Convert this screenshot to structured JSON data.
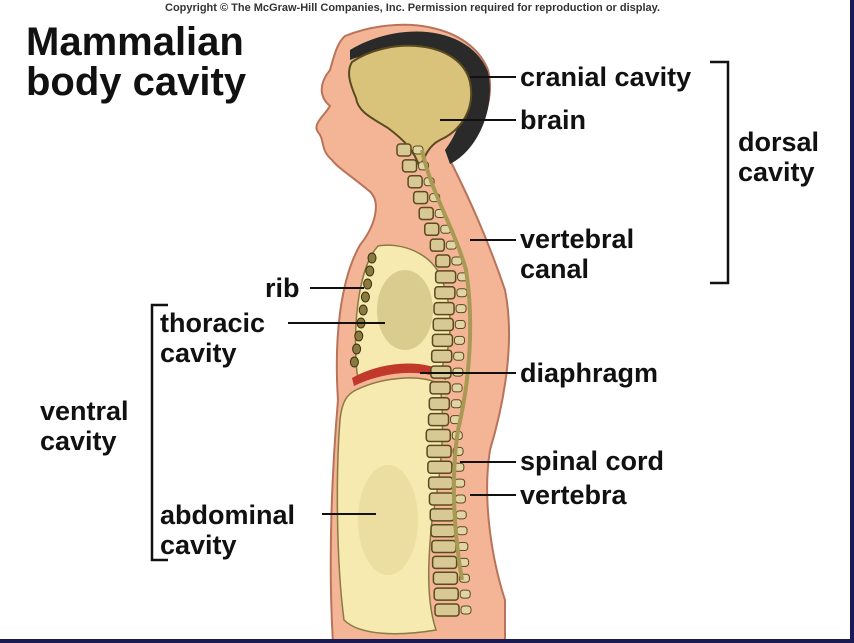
{
  "copyright": "Copyright © The McGraw-Hill Companies, Inc. Permission required for reproduction or display.",
  "title": {
    "line1": "Mammalian",
    "line2": "body cavity"
  },
  "labels": {
    "cranial_cavity": "cranial cavity",
    "brain": "brain",
    "dorsal_cavity": [
      "dorsal",
      "cavity"
    ],
    "vertebral_canal": [
      "vertebral",
      "canal"
    ],
    "rib": "rib",
    "thoracic_cavity": [
      "thoracic",
      "cavity"
    ],
    "diaphragm": "diaphragm",
    "ventral_cavity": [
      "ventral",
      "cavity"
    ],
    "spinal_cord": "spinal cord",
    "vertebra": "vertebra",
    "abdominal_cavity": [
      "abdominal",
      "cavity"
    ]
  },
  "colors": {
    "skin": "#f3b596",
    "skin_outline": "#b9735a",
    "cavity_fill": "#f6eab0",
    "brain_fill": "#d9c37a",
    "cranial_dark": "#2a2a2a",
    "vertebra": "#d8c893",
    "spinal_cord": "#a89a55",
    "diaphragm": "#c0392b"
  }
}
